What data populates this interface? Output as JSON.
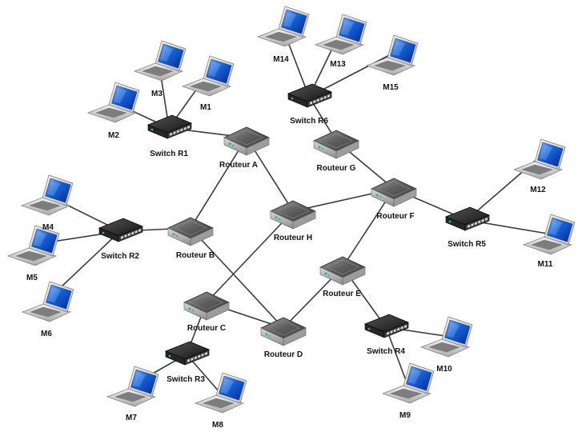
{
  "diagram": {
    "routers": [
      {
        "id": "A",
        "label": "Routeur A"
      },
      {
        "id": "B",
        "label": "Routeur B"
      },
      {
        "id": "C",
        "label": "Routeur C"
      },
      {
        "id": "D",
        "label": "Routeur D"
      },
      {
        "id": "E",
        "label": "Routeur E"
      },
      {
        "id": "F",
        "label": "Routeur F"
      },
      {
        "id": "G",
        "label": "Routeur G"
      },
      {
        "id": "H",
        "label": "Routeur H"
      }
    ],
    "switches": [
      {
        "id": "R1",
        "label": "Switch R1"
      },
      {
        "id": "R2",
        "label": "Switch R2"
      },
      {
        "id": "R3",
        "label": "Switch R3"
      },
      {
        "id": "R4",
        "label": "Switch R4"
      },
      {
        "id": "R5",
        "label": "Switch R5"
      },
      {
        "id": "R6",
        "label": "Switch R6"
      }
    ],
    "machines": [
      {
        "id": "M1",
        "label": "M1"
      },
      {
        "id": "M2",
        "label": "M2"
      },
      {
        "id": "M3",
        "label": "M3"
      },
      {
        "id": "M4",
        "label": "M4"
      },
      {
        "id": "M5",
        "label": "M5"
      },
      {
        "id": "M6",
        "label": "M6"
      },
      {
        "id": "M7",
        "label": "M7"
      },
      {
        "id": "M8",
        "label": "M8"
      },
      {
        "id": "M9",
        "label": "M9"
      },
      {
        "id": "M10",
        "label": "M10"
      },
      {
        "id": "M11",
        "label": "M11"
      },
      {
        "id": "M12",
        "label": "M12"
      },
      {
        "id": "M13",
        "label": "M13"
      },
      {
        "id": "M14",
        "label": "M14"
      },
      {
        "id": "M15",
        "label": "M15"
      }
    ],
    "links": [
      [
        "R1",
        "M1"
      ],
      [
        "R1",
        "M2"
      ],
      [
        "R1",
        "M3"
      ],
      [
        "R1",
        "A"
      ],
      [
        "R2",
        "M4"
      ],
      [
        "R2",
        "M5"
      ],
      [
        "R2",
        "M6"
      ],
      [
        "R2",
        "B"
      ],
      [
        "R3",
        "M7"
      ],
      [
        "R3",
        "M8"
      ],
      [
        "R3",
        "C"
      ],
      [
        "R4",
        "M9"
      ],
      [
        "R4",
        "M10"
      ],
      [
        "R4",
        "E"
      ],
      [
        "R5",
        "M11"
      ],
      [
        "R5",
        "M12"
      ],
      [
        "R5",
        "F"
      ],
      [
        "R6",
        "M13"
      ],
      [
        "R6",
        "M14"
      ],
      [
        "R6",
        "M15"
      ],
      [
        "R6",
        "G"
      ],
      [
        "A",
        "B"
      ],
      [
        "A",
        "H"
      ],
      [
        "B",
        "D"
      ],
      [
        "C",
        "H"
      ],
      [
        "C",
        "D"
      ],
      [
        "D",
        "E"
      ],
      [
        "E",
        "F"
      ],
      [
        "F",
        "G"
      ],
      [
        "F",
        "H"
      ]
    ]
  }
}
